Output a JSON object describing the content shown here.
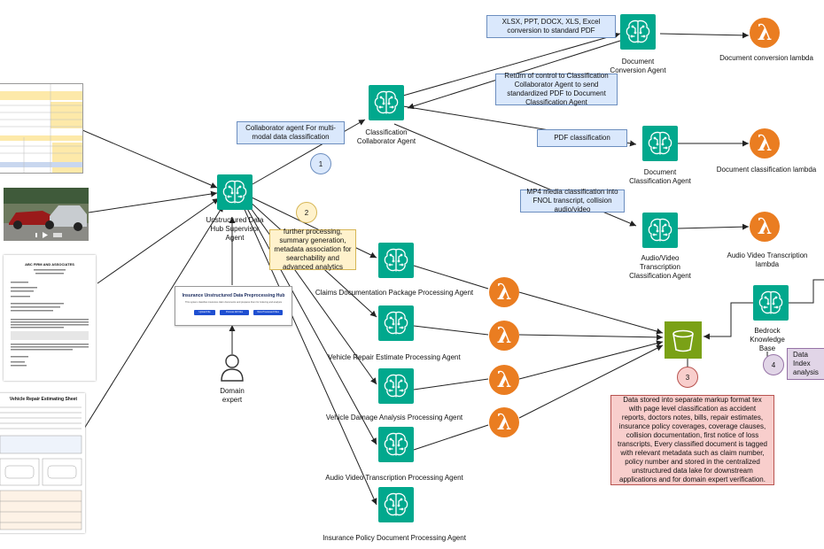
{
  "agents": {
    "supervisor": "Unstructured Data Hub Supervisor Agent",
    "classification": "Classification Collaborator Agent",
    "document_conversion": "Document Conversion Agent",
    "document_classification": "Document Classification Agent",
    "av_classification": "Audio/Video Transcription Classification Agent",
    "claims_doc": "Claims Documentation Package Processing Agent",
    "vehicle_repair": "Vehicle Repair Estimate Processing Agent",
    "vehicle_damage": "Vehicle Damage Analysis  Processing Agent",
    "av_processing": "Audio Video  Transcription  Processing Agent",
    "policy_doc": "Insurance Policy Document Processing Agent",
    "bedrock": "Bedrock Knowledge Base"
  },
  "lambdas": {
    "doc_conversion": "Document conversion lambda",
    "doc_classification": "Document classification lambda",
    "av_transcription": "Audio Video Transcription lambda",
    "glyph": "λ"
  },
  "callouts": {
    "conversion": "XLSX, PPT, DOCX, XLS, Excel conversion to standard PDF",
    "return_control": "Return of control to Classification Collaborator Agent to send standardized PDF to Document Classification Agent",
    "pdf_classification": "PDF classification",
    "mp4": "MP4 media classification into FNOL transcript, collision audio/video",
    "collaborator": "Collaborator agent For multi-modal data classification",
    "further_processing": "further processing, summary generation, metadata association for searchability and advanced analytics",
    "data_stored": "Data stored into separate markup format tex with page level classification as accident reports, doctors notes, bills, repair estimates, insurance policy coverages, coverage clauses, collision documentation, first notice of loss transcripts, Every classified document is tagged with relevant metadata such as claim number, policy number and stored in the centralized unstructured data lake for downstream applications and for domain expert verification.",
    "data_index": "Data Index analysis"
  },
  "steps": [
    "1",
    "2",
    "3",
    "4"
  ],
  "hub": {
    "title": "Insurance Unstructured Data Preprocessing Hub",
    "subtitle": "This system classifies insurance claim documents and prepares them for indexing and analysis",
    "buttons": [
      "Upload File",
      "Process All Files",
      "View Processed Files"
    ]
  },
  "domain_expert": "Domain expert",
  "thumbnails": {
    "letter_heading": "ABC FIRM AND ASSOCIATES",
    "estimate_title": "Vehicle Repair Estimating Sheet"
  },
  "colors": {
    "agent": "#01a88d",
    "lambda": "#ea7d21",
    "s3": "#7aa116",
    "callout_fill": "#dae8fc",
    "callout_border": "#6c8ebf",
    "note_fill": "#f8cecc",
    "note_border": "#b85450"
  },
  "icons": {
    "agent": "brain-circuit-icon",
    "lambda": "lambda-icon",
    "storage": "s3-bucket-icon",
    "person": "person-icon"
  }
}
